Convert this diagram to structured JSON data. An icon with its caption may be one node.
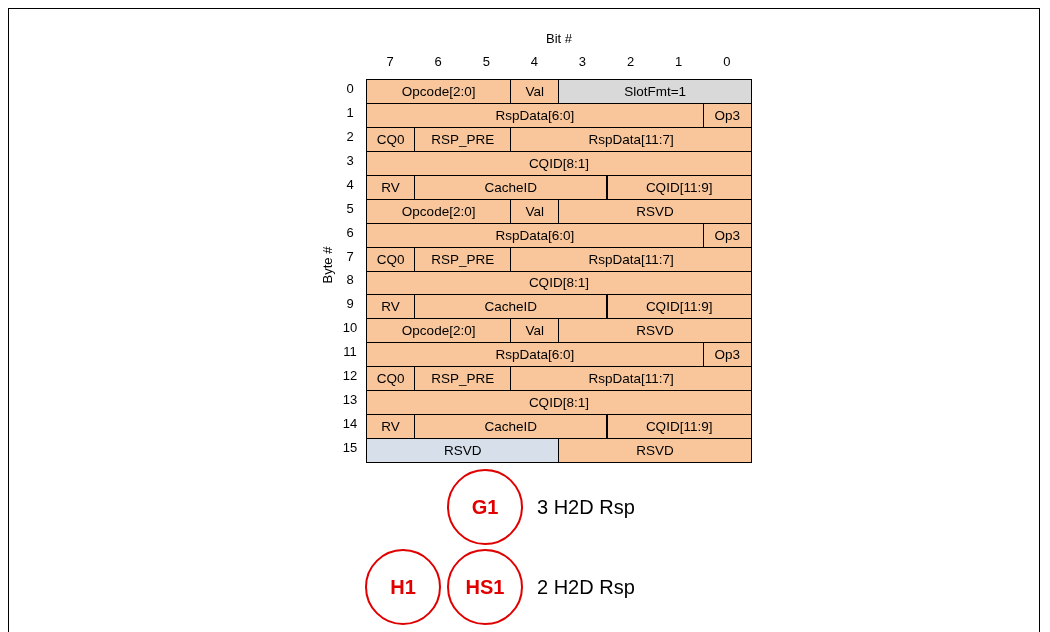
{
  "diagram": {
    "nodes": [
      {
        "text": [
          "Opcode[2:0]"
        ]
      },
      {
        "text": [
          "Val"
        ]
      },
      {
        "text": [
          "SlotFmt=1"
        ]
      },
      {
        "text": [
          "RspData[6:0]"
        ]
      },
      {
        "text": [
          "Op3"
        ]
      },
      {
        "text": [
          "CQ0"
        ]
      },
      {
        "text": [
          "RSP_PRE"
        ]
      },
      {
        "text": [
          "RspData[11:7]"
        ]
      },
      {
        "text": [
          "CQID[8:1]"
        ]
      },
      {
        "text": [
          "RV"
        ]
      },
      {
        "text": [
          "CacheID"
        ]
      },
      {
        "text": [
          "CQID[11:9]"
        ]
      },
      {
        "text": [
          "Opcode[2:0]"
        ]
      },
      {
        "text": [
          "Val"
        ]
      },
      {
        "text": [
          "RSVD"
        ]
      },
      {
        "text": [
          "RspData[6:0]"
        ]
      },
      {
        "text": [
          "Op3"
        ]
      },
      {
        "text": [
          "CQ0"
        ]
      },
      {
        "text": [
          "RSP_PRE"
        ]
      },
      {
        "text": [
          "RspData[11:7]"
        ]
      },
      {
        "text": [
          "CQID[8:1]"
        ]
      },
      {
        "text": [
          "RV"
        ]
      },
      {
        "text": [
          "CacheID"
        ]
      },
      {
        "text": [
          "CQID[11:9]"
        ]
      },
      {
        "text": [
          "Opcode[2:0]"
        ]
      },
      {
        "text": [
          "Val"
        ]
      },
      {
        "text": [
          "RSVD"
        ]
      },
      {
        "text": [
          "RspData[6:0]"
        ]
      },
      {
        "text": [
          "Op3"
        ]
      },
      {
        "text": [
          "CQ0"
        ]
      },
      {
        "text": [
          "RSP_PRE"
        ]
      },
      {
        "text": [
          "RspData[11:7]"
        ]
      },
      {
        "text": [
          "CQID[8:1]"
        ]
      },
      {
        "text": [
          "RV"
        ]
      },
      {
        "text": [
          "CacheID"
        ]
      },
      {
        "text": [
          "CQID[11:9]"
        ]
      },
      {
        "text": [
          "RSVD"
        ]
      },
      {
        "text": [
          "RSVD"
        ]
      },
      {
        "text": [
          "G1"
        ],
        "beside": [
          "3 H2D Rsp"
        ]
      },
      {
        "text": [
          "H1"
        ]
      },
      {
        "text": [
          "HS1"
        ],
        "beside": [
          "2 H2D Rsp"
        ]
      }
    ],
    "edges": [],
    "labels": [
      "Bit #",
      "7",
      "6",
      "5",
      "4",
      "3",
      "2",
      "1",
      "0",
      "Byte #",
      "0",
      "1",
      "2",
      "3",
      "4",
      "5",
      "6",
      "7",
      "8",
      "9",
      "10",
      "11",
      "12",
      "13",
      "14",
      "15"
    ]
  }
}
